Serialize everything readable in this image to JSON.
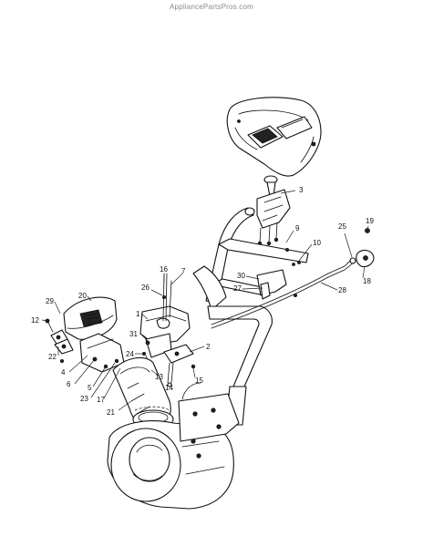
{
  "watermark": "AppliancePartsPros.com",
  "callouts": [
    {
      "id": "c1",
      "label": "1"
    },
    {
      "id": "c2",
      "label": "2"
    },
    {
      "id": "c3",
      "label": "3"
    },
    {
      "id": "c4",
      "label": "4"
    },
    {
      "id": "c5",
      "label": "5"
    },
    {
      "id": "c6",
      "label": "6"
    },
    {
      "id": "c7",
      "label": "7"
    },
    {
      "id": "c9",
      "label": "9"
    },
    {
      "id": "c10",
      "label": "10"
    },
    {
      "id": "c12",
      "label": "12"
    },
    {
      "id": "c13",
      "label": "13"
    },
    {
      "id": "c14",
      "label": "14"
    },
    {
      "id": "c15",
      "label": "15"
    },
    {
      "id": "c16",
      "label": "16"
    },
    {
      "id": "c17",
      "label": "17"
    },
    {
      "id": "c18",
      "label": "18"
    },
    {
      "id": "c19",
      "label": "19"
    },
    {
      "id": "c20",
      "label": "20"
    },
    {
      "id": "c21",
      "label": "21"
    },
    {
      "id": "c22",
      "label": "22"
    },
    {
      "id": "c23",
      "label": "23"
    },
    {
      "id": "c24",
      "label": "24"
    },
    {
      "id": "c25",
      "label": "25"
    },
    {
      "id": "c26",
      "label": "26"
    },
    {
      "id": "c27",
      "label": "27"
    },
    {
      "id": "c28",
      "label": "28"
    },
    {
      "id": "c29",
      "label": "29"
    },
    {
      "id": "c30",
      "label": "30"
    },
    {
      "id": "c31",
      "label": "31"
    }
  ]
}
